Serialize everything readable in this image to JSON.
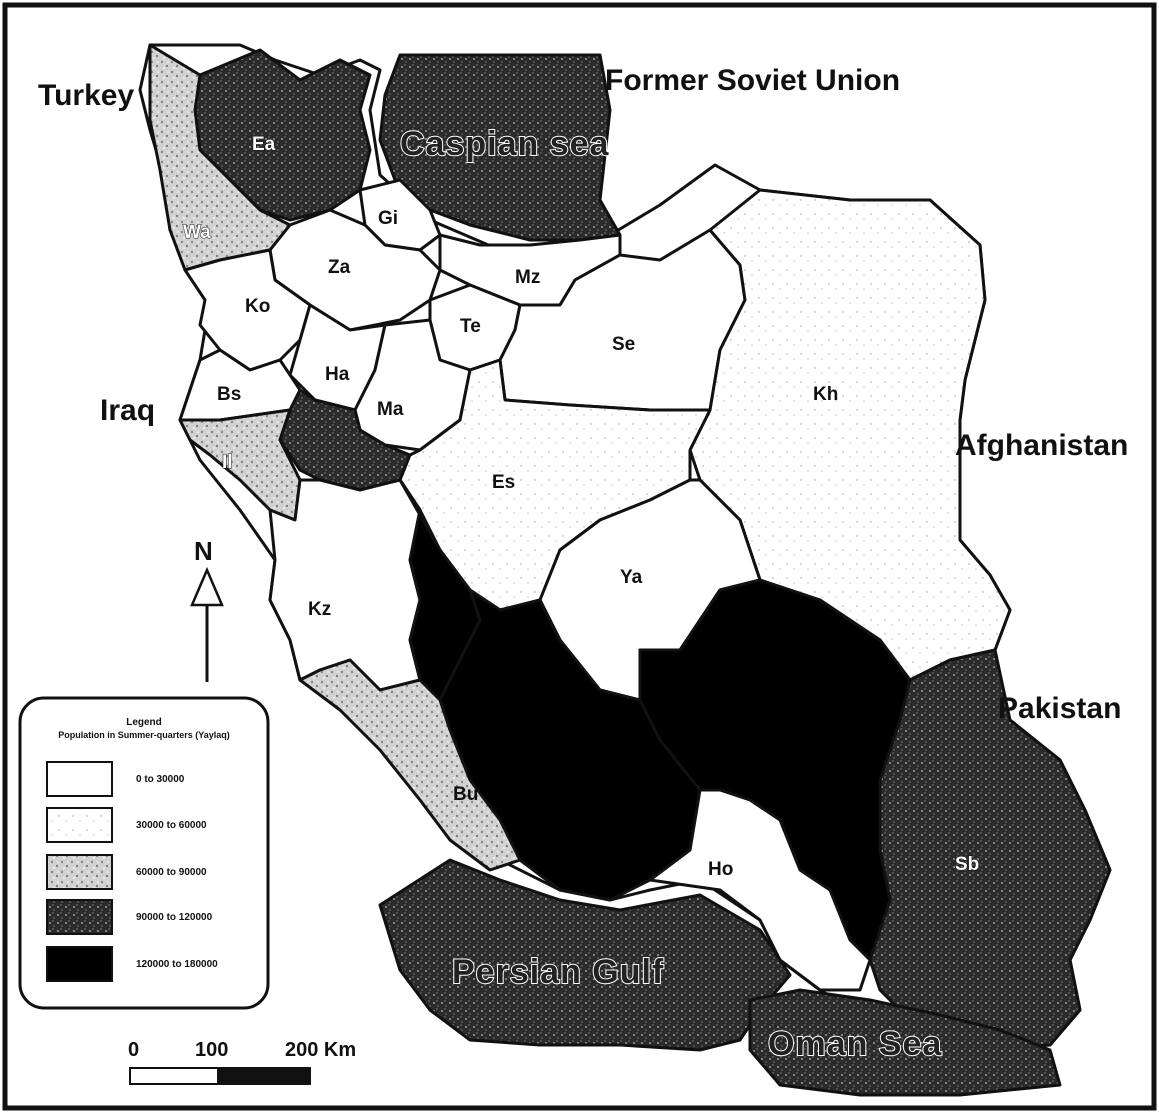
{
  "neighbors": {
    "turkey": "Turkey",
    "fsu": "Former Soviet Union",
    "iraq": "Iraq",
    "afghanistan": "Afghanistan",
    "pakistan": "Pakistan"
  },
  "seas": {
    "caspian": "Caspian sea",
    "persian": "Persian Gulf",
    "oman": "Oman Sea"
  },
  "provinces": {
    "ea": "Ea",
    "wa": "Wa",
    "gi": "Gi",
    "za": "Za",
    "mz": "Mz",
    "ko": "Ko",
    "te": "Te",
    "se": "Se",
    "ha": "Ha",
    "ma": "Ma",
    "bs": "Bs",
    "il": "Il",
    "kh": "Kh",
    "es": "Es",
    "ya": "Ya",
    "kz": "Kz",
    "bu": "Bu",
    "ho": "Ho",
    "sb": "Sb"
  },
  "north_arrow": {
    "label": "N"
  },
  "legend": {
    "title": "Legend",
    "subtitle": "Population in Summer-quarters (Yaylaq)",
    "items": [
      {
        "label": "0 to 30000",
        "color": "#ffffff"
      },
      {
        "label": "30000 to 60000",
        "color": "#f5f5f5"
      },
      {
        "label": "60000 to 90000",
        "color": "#c8c8c8"
      },
      {
        "label": "90000 to 120000",
        "color": "#3a3a3a"
      },
      {
        "label": "120000 to 180000",
        "color": "#000000"
      }
    ]
  },
  "scale_bar": {
    "labels": [
      "0",
      "100",
      "200 Km"
    ]
  },
  "colors": {
    "speckle_light": "#f4f4f4",
    "speckle_mid": "#cfcfcf",
    "dark_hatch": "#3a3a3a",
    "black": "#000000"
  }
}
